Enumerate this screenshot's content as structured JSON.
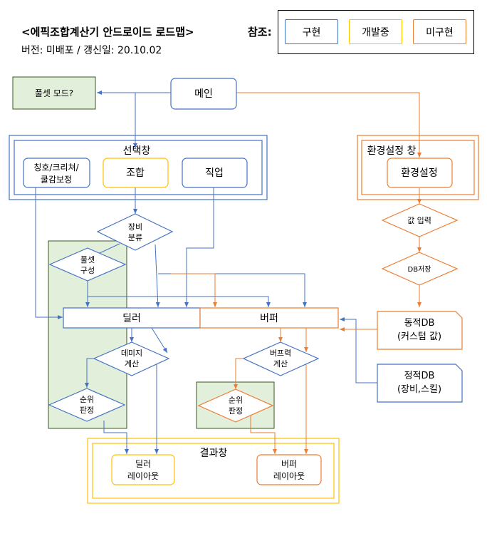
{
  "header": {
    "title": "<에픽조합계산기 안드로이드 로드맵>",
    "subtitle": "버전: 미배포 / 갱신일: 20.10.02"
  },
  "legend": {
    "label": "참조:",
    "items": [
      {
        "label": "구현",
        "color": "#4472C4"
      },
      {
        "label": "개발중",
        "color": "#FFC000"
      },
      {
        "label": "미구현",
        "color": "#ED7D31"
      }
    ]
  },
  "nodes": {
    "fullset_mode": "풀셋 모드?",
    "main": "메인",
    "select_window": "선택창",
    "title_craft": [
      "칭호/크리쳐/",
      "쿨감보정"
    ],
    "combo": "조합",
    "job": "직업",
    "settings_window": "환경설정 창",
    "settings": "환경설정",
    "value_input": "값 입력",
    "db_save": "DB저장",
    "equip_class": [
      "장비",
      "분류"
    ],
    "fullset_compose": [
      "풀셋",
      "구성"
    ],
    "dealer": "딜러",
    "buffer": "버퍼",
    "dynamic_db": [
      "동적DB",
      "(커스텀 값)"
    ],
    "static_db": [
      "정적DB",
      "(장비,스킬)"
    ],
    "damage_calc": [
      "데미지",
      "계산"
    ],
    "buff_calc": [
      "버프력",
      "계산"
    ],
    "rank_dealer": [
      "순위",
      "판정"
    ],
    "rank_buffer": [
      "순위",
      "판정"
    ],
    "result_window": "결과창",
    "dealer_layout": [
      "딜러",
      "레이아웃"
    ],
    "buffer_layout": [
      "버퍼",
      "레이아웃"
    ]
  },
  "colors": {
    "implemented": "#4472C4",
    "in_progress": "#FFC000",
    "not_implemented": "#ED7D31",
    "group_fill": "#E2EFDA",
    "group_border": "#385723",
    "blue_fill": "#DAE3F3"
  }
}
